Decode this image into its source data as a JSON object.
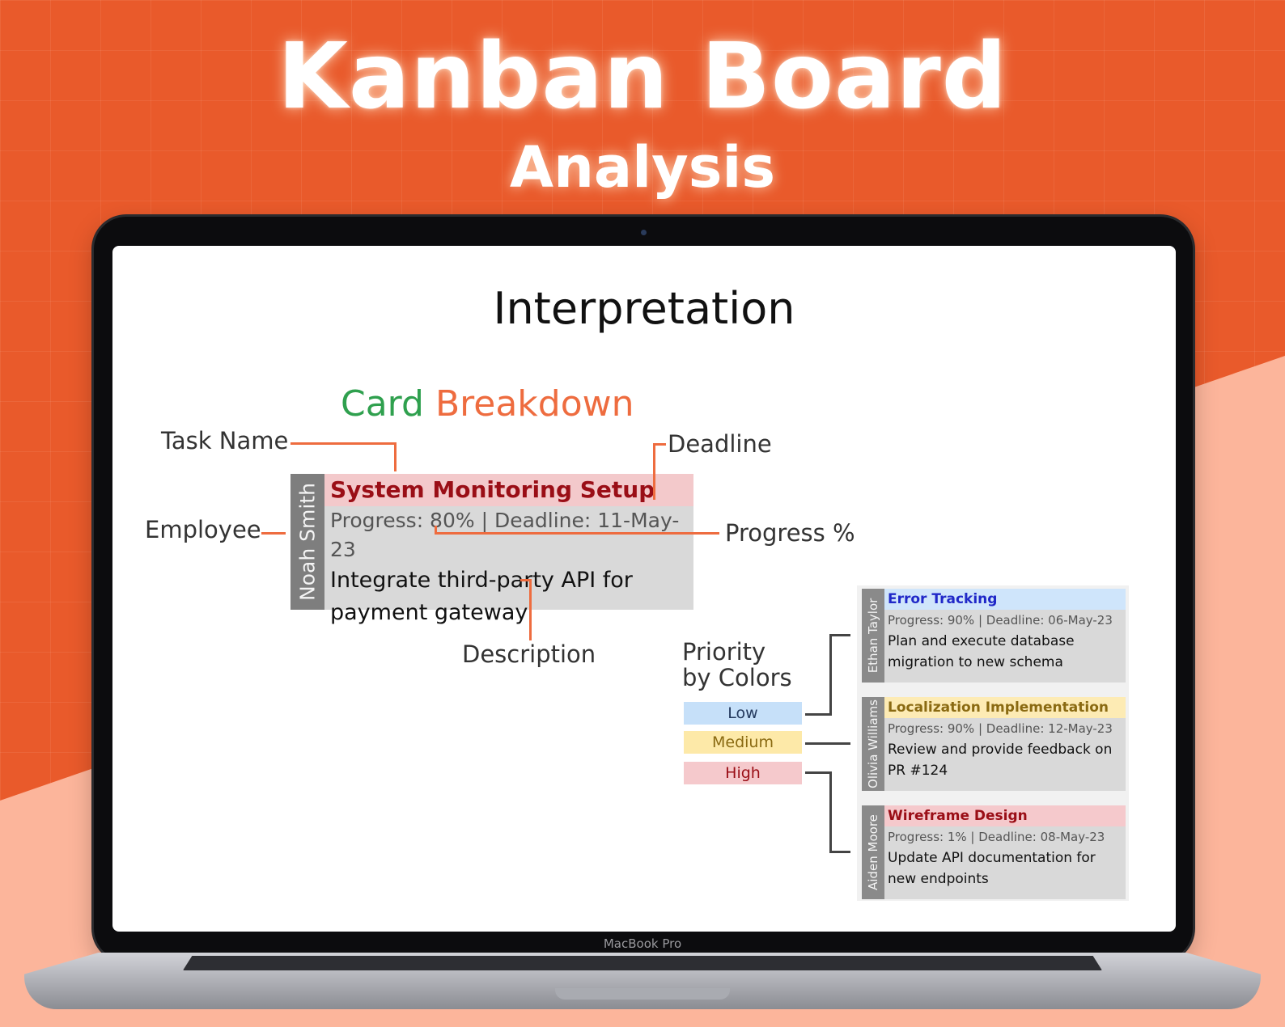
{
  "hero": {
    "title": "Kanban Board",
    "subtitle": "Analysis"
  },
  "laptop": {
    "model_label": "MacBook Pro"
  },
  "slide": {
    "title": "Interpretation",
    "breakdown_title_part1": "Card",
    "breakdown_title_part2": "Breakdown",
    "colors": {
      "breakdown_green": "#2fa04e",
      "breakdown_orange": "#ee6c3f",
      "callout_line": "#ee6c3f"
    }
  },
  "callouts": {
    "task_name": "Task Name",
    "deadline": "Deadline",
    "employee": "Employee",
    "progress": "Progress %",
    "description": "Description"
  },
  "example_card": {
    "employee": "Noah Smith",
    "task": "System Monitoring Setup",
    "progress_line": "Progress: 80% | Deadline: 11-May-23",
    "description": "Integrate third-party API for payment gateway",
    "priority_color": "#f3c9cb"
  },
  "priority": {
    "title_line1": "Priority",
    "title_line2": "by Colors",
    "levels": [
      {
        "label": "Low",
        "color": "#c6e0f9"
      },
      {
        "label": "Medium",
        "color": "#fde9a8"
      },
      {
        "label": "High",
        "color": "#f5c9cc"
      }
    ]
  },
  "sample_cards": [
    {
      "employee": "Ethan Taylor",
      "task": "Error Tracking",
      "progress_line": "Progress: 90% | Deadline: 06-May-23",
      "description": "Plan and execute database migration to new schema",
      "priority": "Low"
    },
    {
      "employee": "Olivia Williams",
      "task": "Localization Implementation",
      "progress_line": "Progress: 90% | Deadline: 12-May-23",
      "description": "Review and provide feedback on PR #124",
      "priority": "Medium"
    },
    {
      "employee": "Aiden Moore",
      "task": "Wireframe Design",
      "progress_line": "Progress: 1% | Deadline: 08-May-23",
      "description": "Update API documentation for new endpoints",
      "priority": "High"
    }
  ]
}
